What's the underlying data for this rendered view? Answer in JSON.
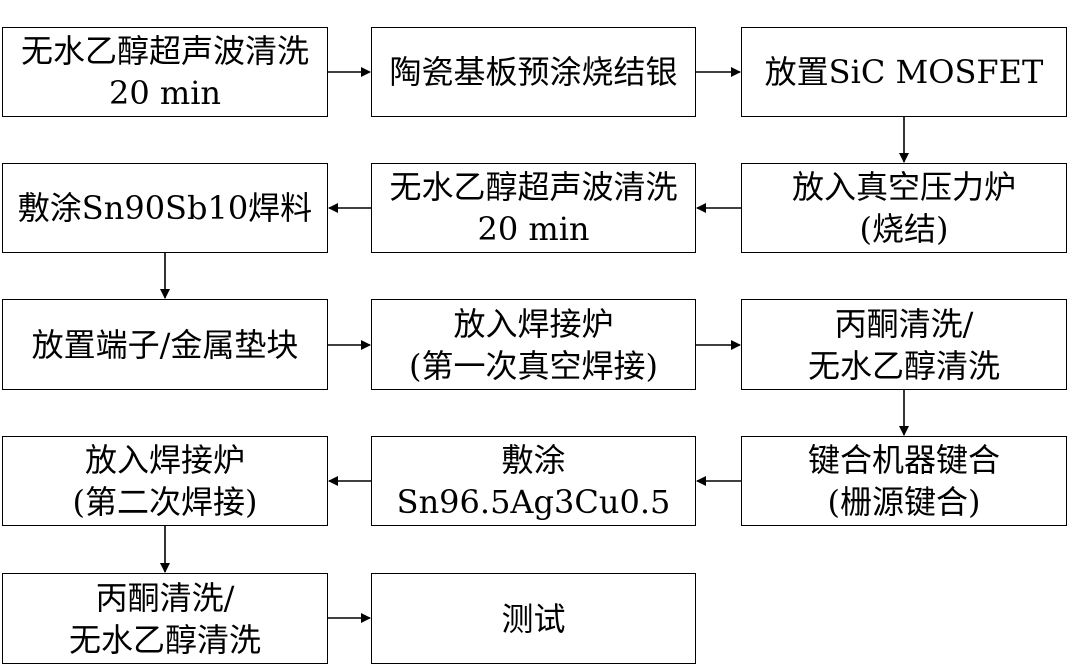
{
  "flowchart": {
    "steps": [
      {
        "id": "s1",
        "text": "无水乙醇超声波清洗\n20 min"
      },
      {
        "id": "s2",
        "text": "陶瓷基板预涂烧结银"
      },
      {
        "id": "s3",
        "text": "放置SiC MOSFET"
      },
      {
        "id": "s4",
        "text": "敷涂Sn90Sb10焊料"
      },
      {
        "id": "s5",
        "text": "无水乙醇超声波清洗\n20 min"
      },
      {
        "id": "s6",
        "text": "放入真空压力炉\n(烧结)"
      },
      {
        "id": "s7",
        "text": "放置端子/金属垫块"
      },
      {
        "id": "s8",
        "text": "放入焊接炉\n(第一次真空焊接)"
      },
      {
        "id": "s9",
        "text": "丙酮清洗/\n无水乙醇清洗"
      },
      {
        "id": "s10",
        "text": "放入焊接炉\n(第二次焊接)"
      },
      {
        "id": "s11",
        "text": "敷涂Sn96.5Ag3Cu0.5"
      },
      {
        "id": "s12",
        "text": "键合机器键合\n(栅源键合)"
      },
      {
        "id": "s13",
        "text": "丙酮清洗/\n无水乙醇清洗"
      },
      {
        "id": "s14",
        "text": "测试"
      }
    ]
  }
}
